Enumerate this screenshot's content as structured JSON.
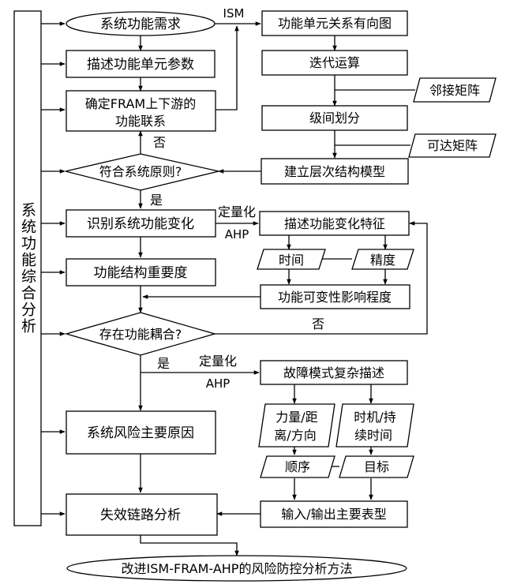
{
  "sidebar": {
    "label": "系统功能综合分析"
  },
  "nodes": {
    "requirement": "系统功能需求",
    "describe_params": "描述功能单元参数",
    "fram_relation_1": "确定FRAM上下游的",
    "fram_relation_2": "功能联系",
    "principle": "符合系统原则?",
    "identify_change": "识别系统功能变化",
    "importance": "功能结构重要度",
    "coupling": "存在功能耦合?",
    "risk_cause": "系统风险主要原因",
    "failure_chain": "失效链路分析",
    "final": "改进ISM-FRAM-AHP的风险防控分析方法",
    "digraph": "功能单元关系有向图",
    "iteration": "迭代运算",
    "adjacency": "邻接矩阵",
    "level_division": "级间划分",
    "reachability": "可达矩阵",
    "hierarchy_model": "建立层次结构模型",
    "change_features": "描述功能变化特征",
    "time": "时间",
    "precision": "精度",
    "variability": "功能可变性影响程度",
    "failure_mode": "故障模式复杂描述",
    "force_1": "力量/距",
    "force_2": "离/方向",
    "timing_1": "时机/持",
    "timing_2": "续时间",
    "sequence": "顺序",
    "target": "目标",
    "io_phenotype": "输入/输出主要表型"
  },
  "edge_labels": {
    "ism": "ISM",
    "no_1": "否",
    "yes_1": "是",
    "quantify_1": "定量化",
    "ahp_1": "AHP",
    "no_2": "否",
    "yes_2": "是",
    "quantify_2": "定量化",
    "ahp_2": "AHP"
  }
}
